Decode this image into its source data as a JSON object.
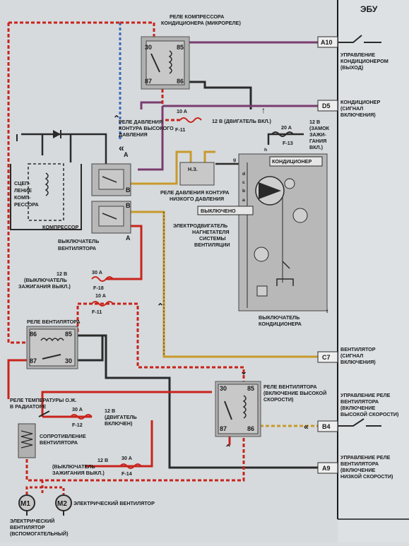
{
  "ecu": {
    "title": "ЭБУ"
  },
  "pins": {
    "a10": "A10",
    "d5": "D5",
    "c7": "C7",
    "b4": "B4",
    "a9": "A9",
    "h": "h",
    "g": "g",
    "f": "f"
  },
  "ecu_labels": {
    "ac_control": [
      "УПРАВЛЕНИЕ",
      "КОНДИЦИОНЕРОМ",
      "(ВЫХОД)"
    ],
    "ac_signal": [
      "КОНДИЦИОНЕР",
      "(СИГНАЛ",
      "ВКЛЮЧЕНИЯ)"
    ],
    "fan_signal": [
      "ВЕНТИЛЯТОР",
      "(СИГНАЛ",
      "ВКЛЮЧЕНИЯ)"
    ],
    "fan_high": [
      "УПРАВЛЕНИЕ РЕЛЕ",
      "ВЕНТИЛЯТОРА",
      "(ВКЛЮЧЕНИЕ",
      "ВЫСОКОЙ СКОРОСТИ)"
    ],
    "fan_low": [
      "УПРАВЛЕНИЕ РЕЛЕ",
      "ВЕНТИЛЯТОРА",
      "(ВКЛЮЧЕНИЕ",
      "НИЗКОЙ СКОРОСТИ)"
    ]
  },
  "components": {
    "compressor_relay": [
      "РЕЛЕ КОМПРЕССОРА",
      "КОНДИЦИОНЕРА (МИКРОРЕЛЕ)"
    ],
    "high_pressure": [
      "РЕЛЕ ДАВЛЕНИЯ",
      "КОНТУРА ВЫСОКОГО",
      "ДАВЛЕНИЯ"
    ],
    "clutch": [
      "СЦЕП-",
      "ЛЕНИЕ",
      "КОМП-",
      "РЕССОРА"
    ],
    "compressor": "КОМПРЕССОР",
    "fan_switch": [
      "ВЫКЛЮЧАТЕЛЬ",
      "ВЕНТИЛЯТОРА"
    ],
    "low_pressure": [
      "РЕЛЕ ДАВЛЕНИЯ КОНТУРА",
      "НИЗКОГО ДАВЛЕНИЯ"
    ],
    "nz": "Н.З.",
    "ac_badge": "КОНДИЦИОНЕР",
    "off_badge": "ВЫКЛЮЧЕНО",
    "blower_motor": [
      "ЭЛЕКТРОДВИГАТЕЛЬ",
      "НАГНЕТАТЕЛЯ",
      "СИСТЕМЫ",
      "ВЕНТИЛЯЦИИ"
    ],
    "ac_switch": [
      "ВЫКЛЮЧАТЕЛЬ",
      "КОНДИЦИОНЕРА"
    ],
    "fan_relay": "РЕЛЕ ВЕНТИЛЯТОРА",
    "fan_relay_high": [
      "РЕЛЕ ВЕНТИЛЯТОРА",
      "(ВКЛЮЧЕНИЕ ВЫСОКОЙ",
      "СКОРОСТИ)"
    ],
    "coolant_temp": [
      "РЕЛЕ ТЕМПЕРАТУРЫ О.Ж.",
      "В РАДИАТОРЕ"
    ],
    "fan_resistor": [
      "СОПРОТИВЛЕНИЕ",
      "ВЕНТИЛЯТОРА"
    ],
    "electric_fan": "ЭЛЕКТРИЧЕСКИЙ ВЕНТИЛЯТОР",
    "aux_fan": [
      "ЭЛЕКТРИЧЕСКИЙ",
      "ВЕНТИЛЯТОР",
      "(ВСПОМОГАТЕЛЬНЫЙ)"
    ],
    "m1": "M1",
    "m2": "M2"
  },
  "fuses": {
    "f11_top": {
      "rating": "10 A",
      "name": "F-11",
      "supply": "12 В (ДВИГАТЕЛЬ ВКЛ.)"
    },
    "f13": {
      "rating": "20 A",
      "name": "F-13",
      "supply": [
        "12 В",
        "(ЗАМОК",
        "ЗАЖИ-",
        "ГАНИЯ",
        "ВКЛ.)"
      ]
    },
    "f18": {
      "rating": "30 A",
      "name": "F-18",
      "supply": [
        "12 В",
        "(ВЫКЛЮЧАТЕЛЬ",
        "ЗАЖИГАНИЯ ВЫКЛ.)"
      ]
    },
    "f11_mid": {
      "rating": "10 A",
      "name": "F-11"
    },
    "f12": {
      "rating": "30 A",
      "name": "F-12",
      "supply": [
        "12 В",
        "(ДВИГАТЕЛЬ",
        "ВКЛЮЧЕН)"
      ]
    },
    "f14": {
      "rating": "30 A",
      "name": "F-14",
      "supply": [
        "12 В",
        "(ВЫКЛЮЧАТЕЛЬ",
        "ЗАЖИГАНИЯ ВЫКЛ.)"
      ]
    }
  },
  "relay_terminals": {
    "r30": "30",
    "r85": "85",
    "r87": "87",
    "r86": "86"
  },
  "switch_letters": {
    "a": "A",
    "b": "B",
    "d": "d",
    "c": "c",
    "b_small": "b",
    "a_small": "a"
  },
  "wire_colors": {
    "red": "#c8241c",
    "black": "#2a2a2a",
    "purple": "#7a3c6e",
    "yellow": "#c89a2a",
    "blue": "#3a6ab8",
    "gray_box": "#b8b8b8",
    "relay_box": "#b0b0b0"
  }
}
